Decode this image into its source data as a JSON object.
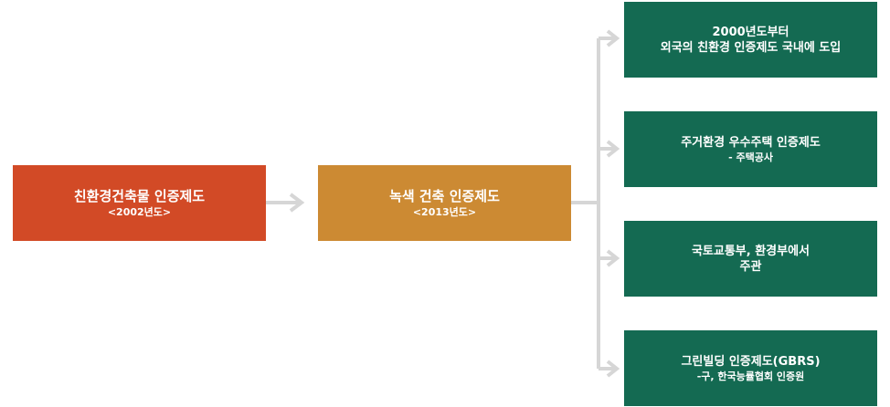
{
  "colors": {
    "red": "#d24a26",
    "orange": "#cc8a33",
    "green": "#146a52",
    "connector": "#d6d6d6"
  },
  "nodes": {
    "eco_building": {
      "line1": "친환경건축물 인증제도",
      "line2": "<2002년도>"
    },
    "green_building": {
      "line1": "녹색 건축 인증제도",
      "line2": "<2013년도>"
    },
    "foreign_intro": {
      "line1": "2000년도부터",
      "line2": "외국의 친환경 인증제도 국내에 도입"
    },
    "housing": {
      "line1": "주거환경 우수주택 인증제도",
      "line2": "- 주택공사"
    },
    "ministry": {
      "line1": "국토교통부, 환경부에서",
      "line2": "주관"
    },
    "gbrs": {
      "line1": "그린빌딩 인증제도(GBRS)",
      "line2": "-구, 한국능률협회 인증원"
    }
  }
}
